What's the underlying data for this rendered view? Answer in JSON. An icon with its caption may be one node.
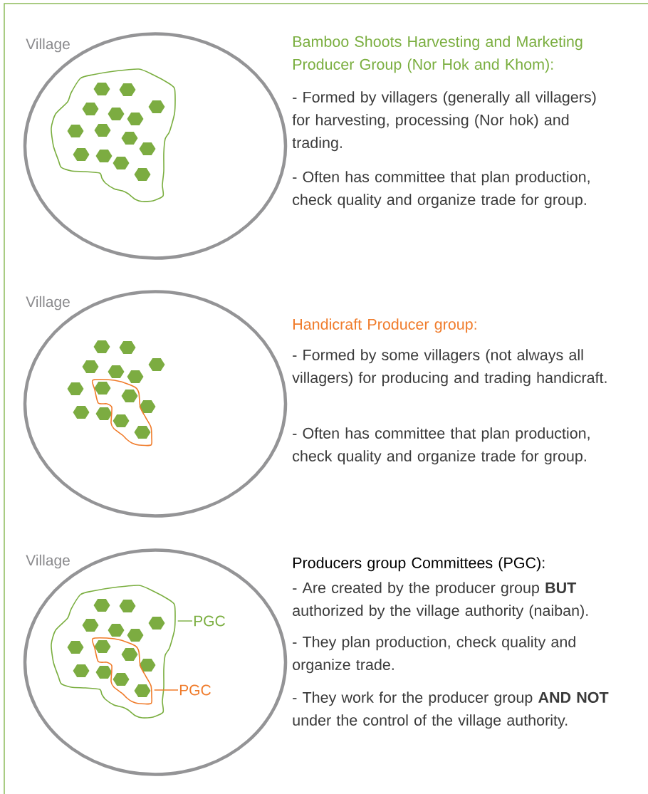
{
  "diagram": {
    "nodes": [
      {
        "text": [
          "Village"
        ]
      },
      {
        "text": [],
        "shape": "blob",
        "in": 0
      },
      {
        "text": [
          "Village"
        ]
      },
      {
        "text": [],
        "shape": "blob",
        "in": 2
      },
      {
        "text": [
          "Village"
        ]
      },
      {
        "text": [],
        "shape": "blob",
        "in": 4
      },
      {
        "text": [],
        "shape": "blob",
        "in": 5
      },
      {
        "text": [
          "PGC"
        ],
        "in": 4
      },
      {
        "text": [
          "PGC"
        ],
        "in": 4
      }
    ],
    "edges": [
      {
        "from": 7,
        "to": 5,
        "arrow": "none",
        "color": "#7aae3f"
      },
      {
        "from": 8,
        "to": 6,
        "arrow": "none",
        "color": "#f07b2a"
      }
    ],
    "labels": [
      "Bamboo Shoots Harvesting and Marketing Producer Group (Nor Hok and Khom):",
      "- Formed by villagers (generally all villagers) for harvesting, processing (Nor hok) and trading.",
      "- Often has committee that plan production, check quality and organize trade for group.",
      "Handicraft Producer group:",
      "- Formed by some villagers (not always all villagers) for producing and trading handicraft.",
      "- Often has committee that plan production, check quality and organize trade for group.",
      "Producers group Committees (PGC):",
      "- Are created by the producer group **BUT** authorized by the village authority (naiban).",
      "- They plan production, check quality and organize trade.",
      "- They work for the producer group **AND NOT** under the control of the village authority."
    ]
  }
}
